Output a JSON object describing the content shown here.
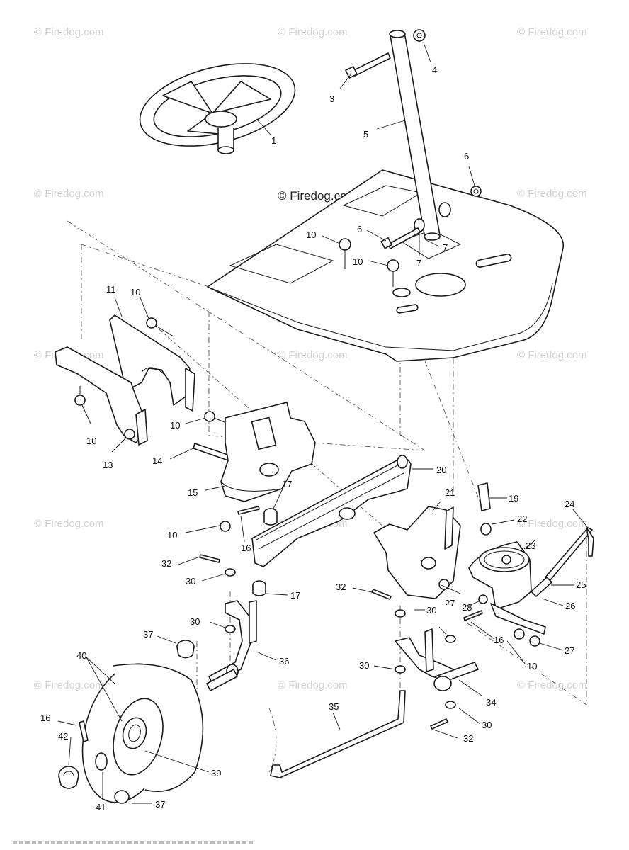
{
  "diagram": {
    "watermark": "© Firedog.com",
    "main_watermark": "© Firedog.com",
    "callouts": [
      {
        "id": "c1",
        "text": "1"
      },
      {
        "id": "c3",
        "text": "3"
      },
      {
        "id": "c4",
        "text": "4"
      },
      {
        "id": "c5",
        "text": "5"
      },
      {
        "id": "c6a",
        "text": "6"
      },
      {
        "id": "c6b",
        "text": "6"
      },
      {
        "id": "c7a",
        "text": "7"
      },
      {
        "id": "c7b",
        "text": "7"
      },
      {
        "id": "c10a",
        "text": "10"
      },
      {
        "id": "c10b",
        "text": "10"
      },
      {
        "id": "c11",
        "text": "11"
      },
      {
        "id": "c10c",
        "text": "10"
      },
      {
        "id": "c10d",
        "text": "10"
      },
      {
        "id": "c13",
        "text": "13"
      },
      {
        "id": "c10e",
        "text": "10"
      },
      {
        "id": "c14",
        "text": "14"
      },
      {
        "id": "c15",
        "text": "15"
      },
      {
        "id": "c17a",
        "text": "17"
      },
      {
        "id": "c20",
        "text": "20"
      },
      {
        "id": "c21",
        "text": "21"
      },
      {
        "id": "c19",
        "text": "19"
      },
      {
        "id": "c10f",
        "text": "10"
      },
      {
        "id": "c16a",
        "text": "16"
      },
      {
        "id": "c22",
        "text": "22"
      },
      {
        "id": "c24",
        "text": "24"
      },
      {
        "id": "c23",
        "text": "23"
      },
      {
        "id": "c32a",
        "text": "32"
      },
      {
        "id": "c30a",
        "text": "30"
      },
      {
        "id": "c17b",
        "text": "17"
      },
      {
        "id": "c32b",
        "text": "32"
      },
      {
        "id": "c25",
        "text": "25"
      },
      {
        "id": "c27a",
        "text": "27"
      },
      {
        "id": "c28",
        "text": "28"
      },
      {
        "id": "c26",
        "text": "26"
      },
      {
        "id": "c30b",
        "text": "30"
      },
      {
        "id": "c30c",
        "text": "30"
      },
      {
        "id": "c16b",
        "text": "16"
      },
      {
        "id": "c27b",
        "text": "27"
      },
      {
        "id": "c37a",
        "text": "37"
      },
      {
        "id": "c36",
        "text": "36"
      },
      {
        "id": "c10g",
        "text": "10"
      },
      {
        "id": "c40",
        "text": "40"
      },
      {
        "id": "c30d",
        "text": "30"
      },
      {
        "id": "c34",
        "text": "34"
      },
      {
        "id": "c35",
        "text": "35"
      },
      {
        "id": "c30e",
        "text": "30"
      },
      {
        "id": "c16c",
        "text": "16"
      },
      {
        "id": "c42",
        "text": "42"
      },
      {
        "id": "c32c",
        "text": "32"
      },
      {
        "id": "c39",
        "text": "39"
      },
      {
        "id": "c41",
        "text": "41"
      },
      {
        "id": "c37b",
        "text": "37"
      }
    ]
  }
}
